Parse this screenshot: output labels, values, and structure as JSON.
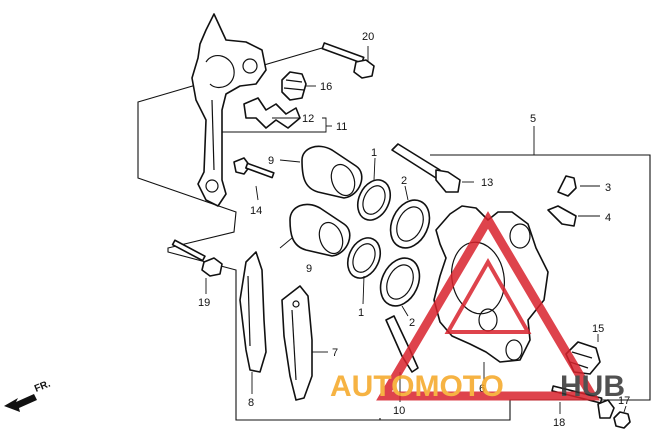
{
  "callouts": {
    "c1a": "1",
    "c1b": "1",
    "c2a": "2",
    "c2b": "2",
    "c3": "3",
    "c4": "4",
    "c5": "5",
    "c6": "6",
    "c7": "7",
    "c8": "8",
    "c9a": "9",
    "c9b": "9",
    "c10": "10",
    "c11": "11",
    "c12": "12",
    "c13": "13",
    "c14": "14",
    "c15": "15",
    "c16": "16",
    "c17": "17",
    "c18": "18",
    "c19": "19",
    "c20": "20"
  },
  "direction": {
    "label": "FR."
  },
  "watermark": {
    "text_part1": "AUTOMOTO",
    "text_part2": "HUB",
    "color_orange": "#f5a623",
    "color_red": "#d9232d",
    "color_dark": "#333333"
  }
}
